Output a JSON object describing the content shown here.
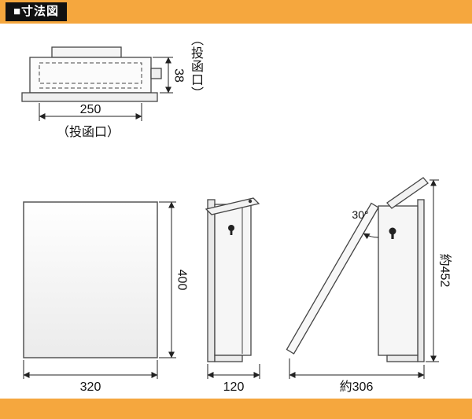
{
  "header": {
    "title": "■寸法図"
  },
  "colors": {
    "accent": "#F5A73E",
    "title_bg": "#111111",
    "title_fg": "#ffffff",
    "line": "#444444",
    "dimension_line": "#222222"
  },
  "top_view": {
    "slot_width": "250",
    "slot_caption": "（投函口）",
    "slot_height": "38",
    "slot_side_caption": "（投函口）"
  },
  "front_view": {
    "width": "320",
    "height": "400"
  },
  "side_view": {
    "depth": "120"
  },
  "open_view": {
    "angle": "30°",
    "total_height": "約452",
    "total_depth": "約306"
  }
}
